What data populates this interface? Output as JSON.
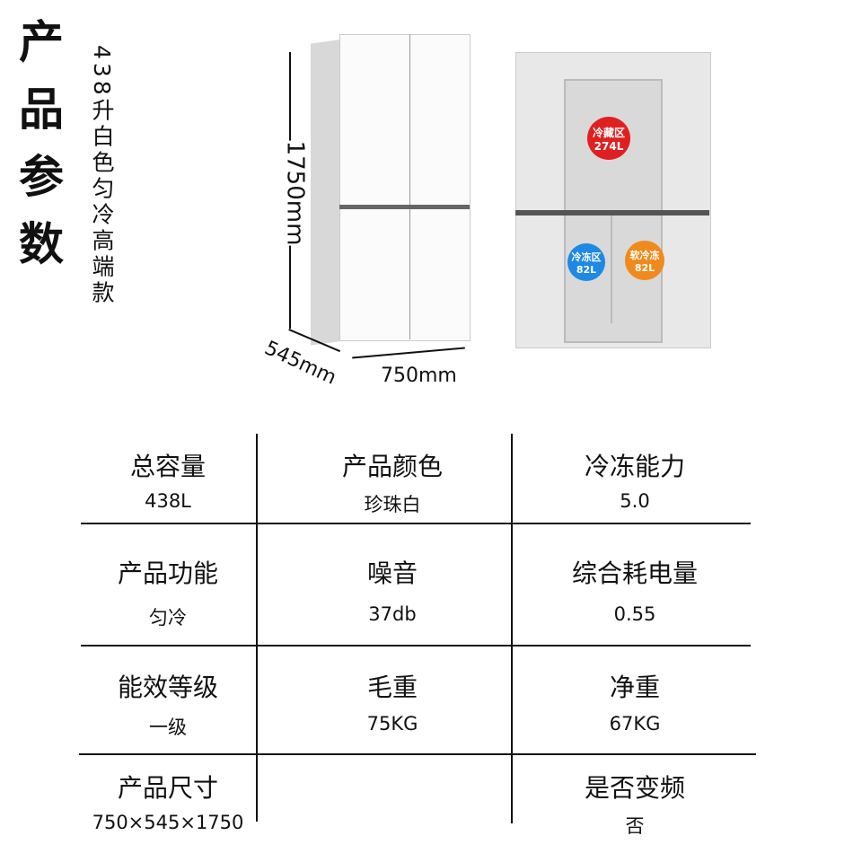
{
  "title": "产品参数",
  "subtitle": "438升白色匀冷高端款",
  "dimensions": {
    "height": "1750mm",
    "depth": "545mm",
    "width": "750mm"
  },
  "zones": [
    {
      "name": "冷藏区",
      "volume": "274L",
      "color": "#e02020"
    },
    {
      "name": "冷冻区",
      "volume": "82L",
      "color": "#1e88e5"
    },
    {
      "name": "软冷冻",
      "volume": "82L",
      "color": "#f08a1c"
    }
  ],
  "specs": [
    {
      "label": "总容量",
      "value": "438L"
    },
    {
      "label": "产品颜色",
      "value": "珍珠白"
    },
    {
      "label": "冷冻能力",
      "value": "5.0"
    },
    {
      "label": "产品功能",
      "value": "匀冷"
    },
    {
      "label": "噪音",
      "value": "37db"
    },
    {
      "label": "综合耗电量",
      "value": "0.55"
    },
    {
      "label": "能效等级",
      "value": "一级"
    },
    {
      "label": "毛重",
      "value": "75KG"
    },
    {
      "label": "净重",
      "value": "67KG"
    },
    {
      "label": "产品尺寸",
      "value": "750×545×1750"
    },
    {
      "label": "",
      "value": ""
    },
    {
      "label": "是否变频",
      "value": "否"
    }
  ]
}
